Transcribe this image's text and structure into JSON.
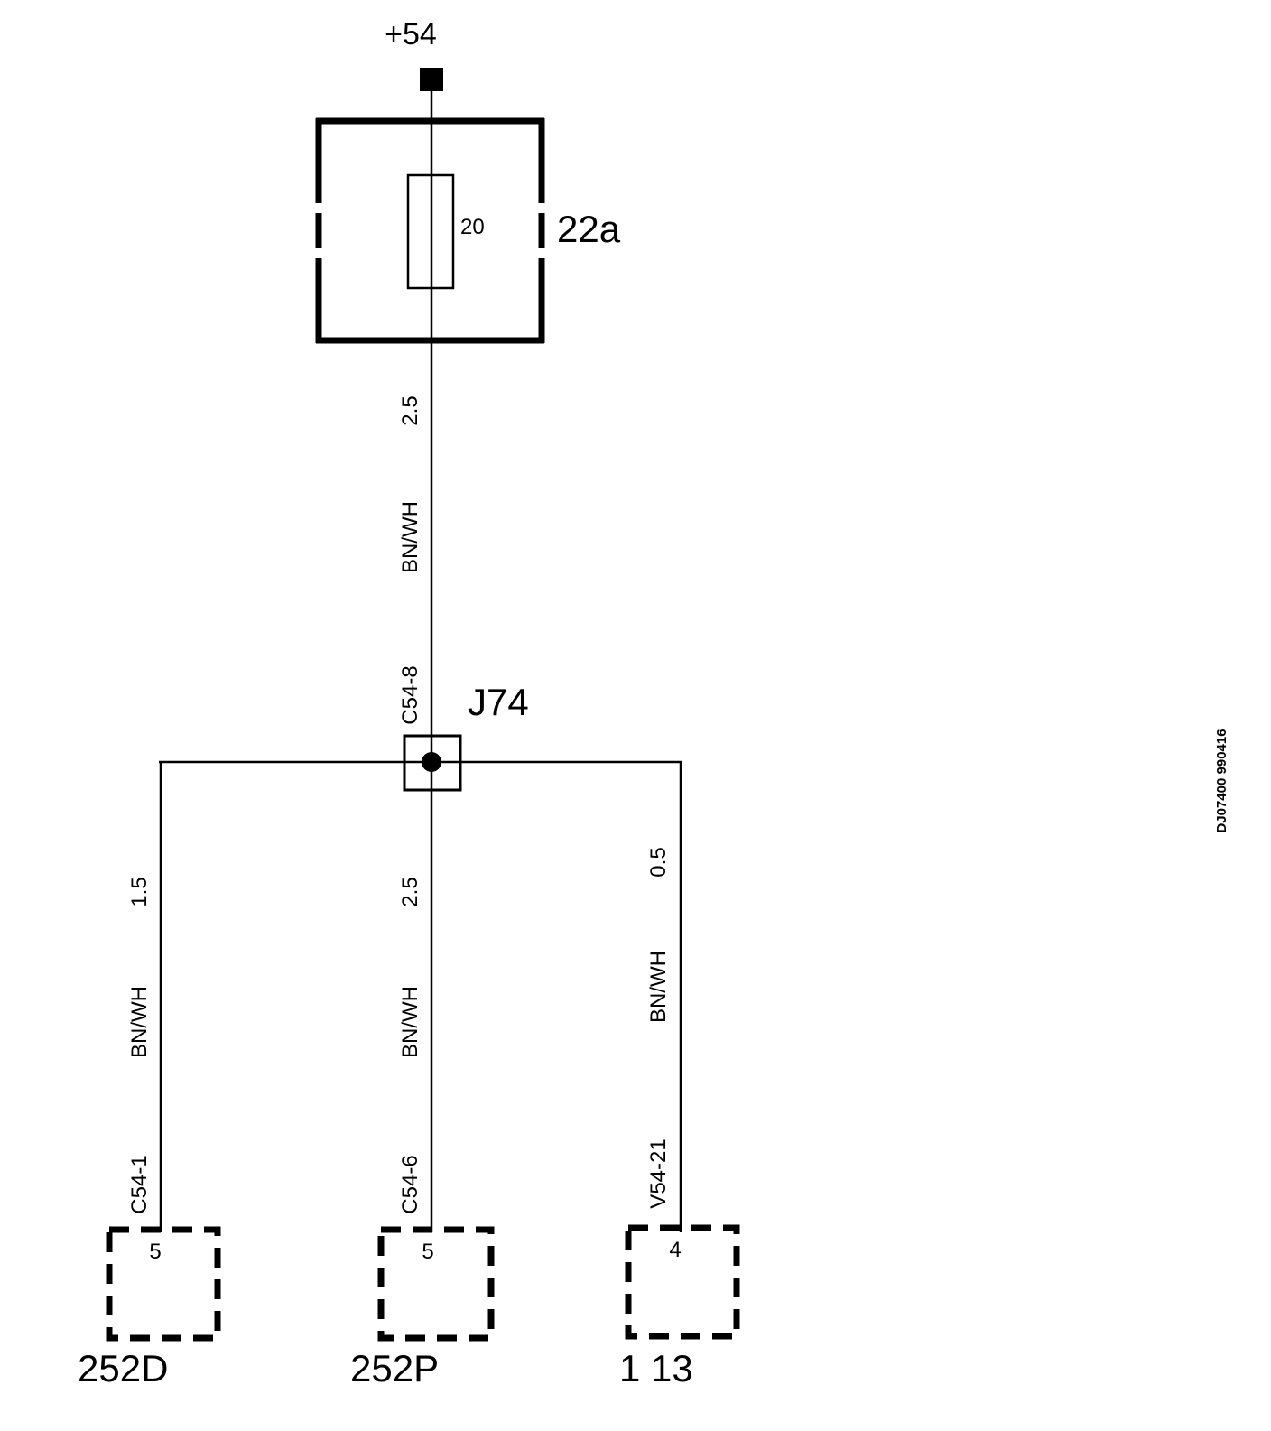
{
  "supply": {
    "label": "+54"
  },
  "fuse": {
    "box_label": "22a",
    "rating": "20"
  },
  "wire_main": {
    "gauge": "2.5",
    "color": "BN/WH"
  },
  "junction": {
    "label": "J74",
    "pin": "C54-8"
  },
  "branches": [
    {
      "gauge": "1.5",
      "color": "BN/WH",
      "pin": "C54-1",
      "terminal": "5",
      "component": "252D"
    },
    {
      "gauge": "2.5",
      "color": "BN/WH",
      "pin": "C54-6",
      "terminal": "5",
      "component": "252P"
    },
    {
      "gauge": "0.5",
      "color": "BN/WH",
      "pin": "V54-21",
      "terminal": "4",
      "component": "1 13"
    }
  ],
  "drawing_id": "DJ07400 990416"
}
